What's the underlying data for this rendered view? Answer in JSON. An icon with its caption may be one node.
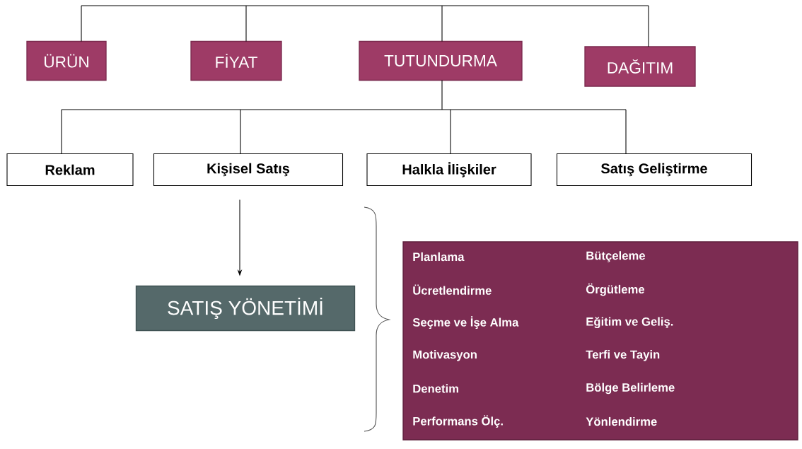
{
  "diagram": {
    "nodes": [
      {
        "text": [
          "ÜRÜN"
        ]
      },
      {
        "text": [
          "FİYAT"
        ]
      },
      {
        "text": [
          "TUTUNDURMA"
        ]
      },
      {
        "text": [
          "DAĞITIM"
        ]
      },
      {
        "text": [
          "Reklam"
        ]
      },
      {
        "text": [
          "Kişisel Satış"
        ]
      },
      {
        "text": [
          "Halkla İlişkiler"
        ]
      },
      {
        "text": [
          "Satış Geliştirme"
        ]
      },
      {
        "text": [
          "SATIŞ YÖNETİMİ"
        ]
      },
      {
        "text": [
          "Planlama",
          "Bütçeleme",
          "Ücretlendirme",
          "Örgütleme",
          "Seçme ve İşe Alma",
          "Eğitim ve Geliş.",
          "Motivasyon",
          "Terfi ve Tayin",
          "Denetim",
          "Bölge Belirleme",
          "Performans Ölç.",
          "Yönlendirme"
        ]
      }
    ],
    "edges": [
      {
        "from": null,
        "to": 0,
        "arrow": "none"
      },
      {
        "from": null,
        "to": 1,
        "arrow": "none"
      },
      {
        "from": null,
        "to": 2,
        "arrow": "none"
      },
      {
        "from": null,
        "to": 3,
        "arrow": "none"
      },
      {
        "from": 2,
        "to": 4,
        "arrow": "none"
      },
      {
        "from": 2,
        "to": 5,
        "arrow": "none"
      },
      {
        "from": 2,
        "to": 6,
        "arrow": "none"
      },
      {
        "from": 2,
        "to": 7,
        "arrow": "none"
      },
      {
        "from": 5,
        "to": 8,
        "arrow": "to"
      }
    ]
  }
}
